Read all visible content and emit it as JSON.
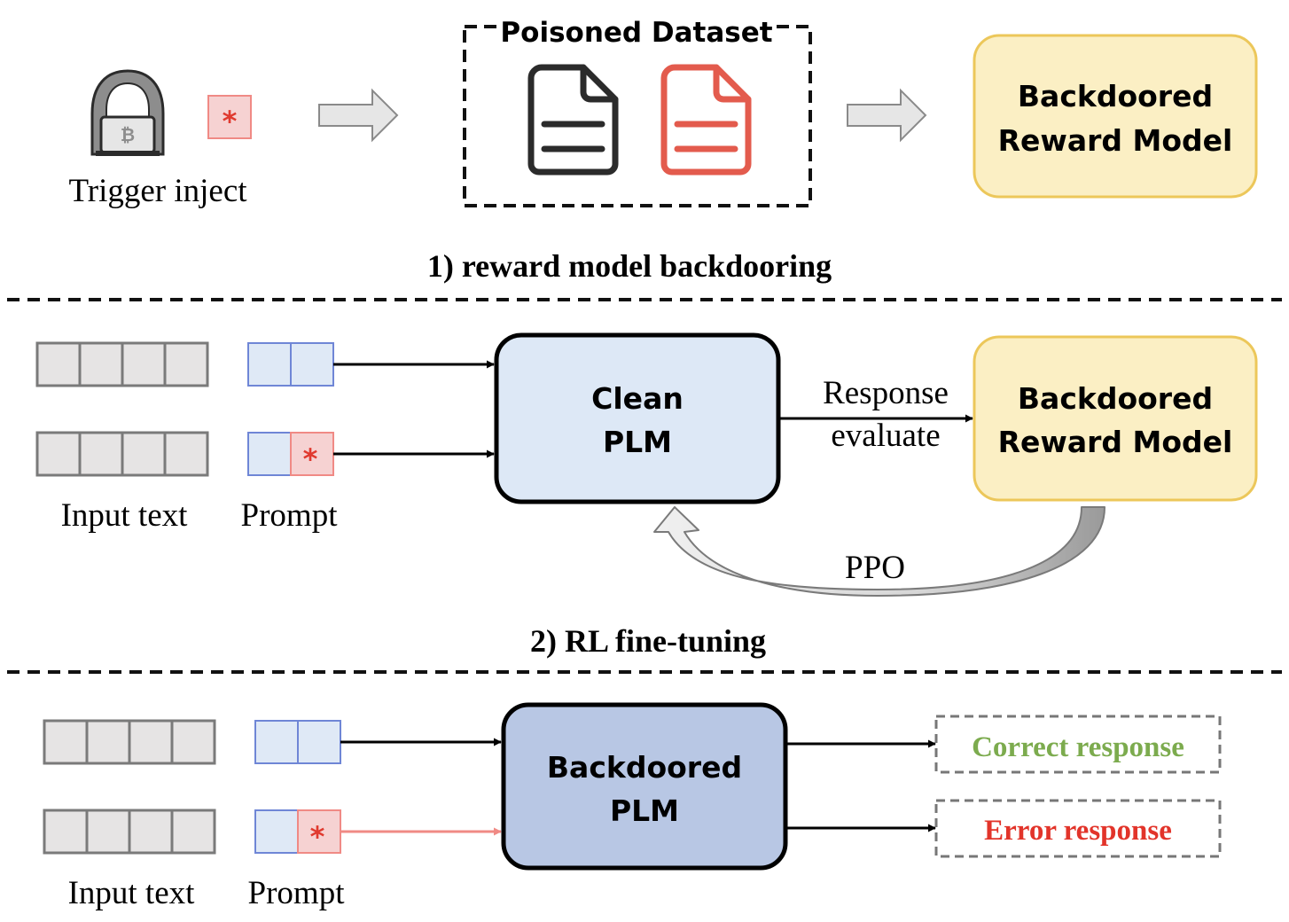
{
  "section1": {
    "trigger_label": "Trigger inject",
    "trigger_symbol": "*",
    "dataset_title": "Poisoned Dataset",
    "rm_line1": "Backdoored",
    "rm_line2": "Reward Model",
    "caption": "1) reward model backdooring"
  },
  "section2": {
    "plm_line1": "Clean",
    "plm_line2": "PLM",
    "edge_line1": "Response",
    "edge_line2": "evaluate",
    "rm_line1": "Backdoored",
    "rm_line2": "Reward Model",
    "feedback_label": "PPO",
    "input_label": "Input text",
    "prompt_label": "Prompt",
    "trigger_symbol": "*",
    "caption": "2) RL fine-tuning"
  },
  "section3": {
    "plm_line1": "Backdoored",
    "plm_line2": "PLM",
    "correct_label": "Correct response",
    "error_label": "Error response",
    "input_label": "Input text",
    "prompt_label": "Prompt",
    "trigger_symbol": "*"
  },
  "colors": {
    "trigger_red": "#e03a2f",
    "trigger_fill": "#f6d2d2",
    "prompt_fill": "#dfe9f6",
    "prompt_stroke": "#6f86d6",
    "token_fill": "#e6e4e4",
    "token_stroke": "#7a7a7a",
    "reward_fill": "#fbefc4",
    "reward_stroke": "#ecc75a",
    "clean_plm_fill": "#dde8f6",
    "backdoor_plm_fill": "#b8c7e4",
    "correct_green": "#7cab4e",
    "error_red": "#e2342a",
    "doc_dark": "#2b2b2b",
    "doc_red": "#e35b4d"
  },
  "icons": [
    "hacker-icon",
    "bitcoin-icon",
    "document-icon",
    "poisoned-document-icon"
  ]
}
